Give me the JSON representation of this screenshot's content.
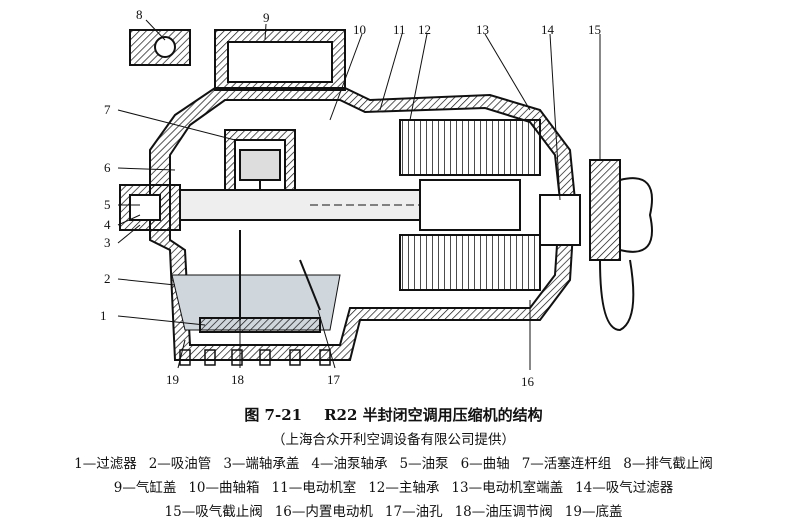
{
  "figure": {
    "number": "图 7-21",
    "title": "R22 半封闭空调用压缩机的结构",
    "source": "（上海合众开利空调设备有限公司提供）"
  },
  "callouts": [
    "1",
    "2",
    "3",
    "4",
    "5",
    "6",
    "7",
    "8",
    "9",
    "10",
    "11",
    "12",
    "13",
    "14",
    "15",
    "16",
    "17",
    "18",
    "19"
  ],
  "legend": [
    [
      "1—过滤器",
      "2—吸油管",
      "3—端轴承盖",
      "4—油泵轴承",
      "5—油泵",
      "6—曲轴",
      "7—活塞连杆组",
      "8—排气截止阀"
    ],
    [
      "9—气缸盖",
      "10—曲轴箱",
      "11—电动机室",
      "12—主轴承",
      "13—电动机室端盖",
      "14—吸气过滤器"
    ],
    [
      "15—吸气截止阀",
      "16—内置电动机",
      "17—油孔",
      "18—油压调节阀",
      "19—底盖"
    ]
  ],
  "colors": {
    "ink": "#111111",
    "paper": "#ffffff"
  }
}
